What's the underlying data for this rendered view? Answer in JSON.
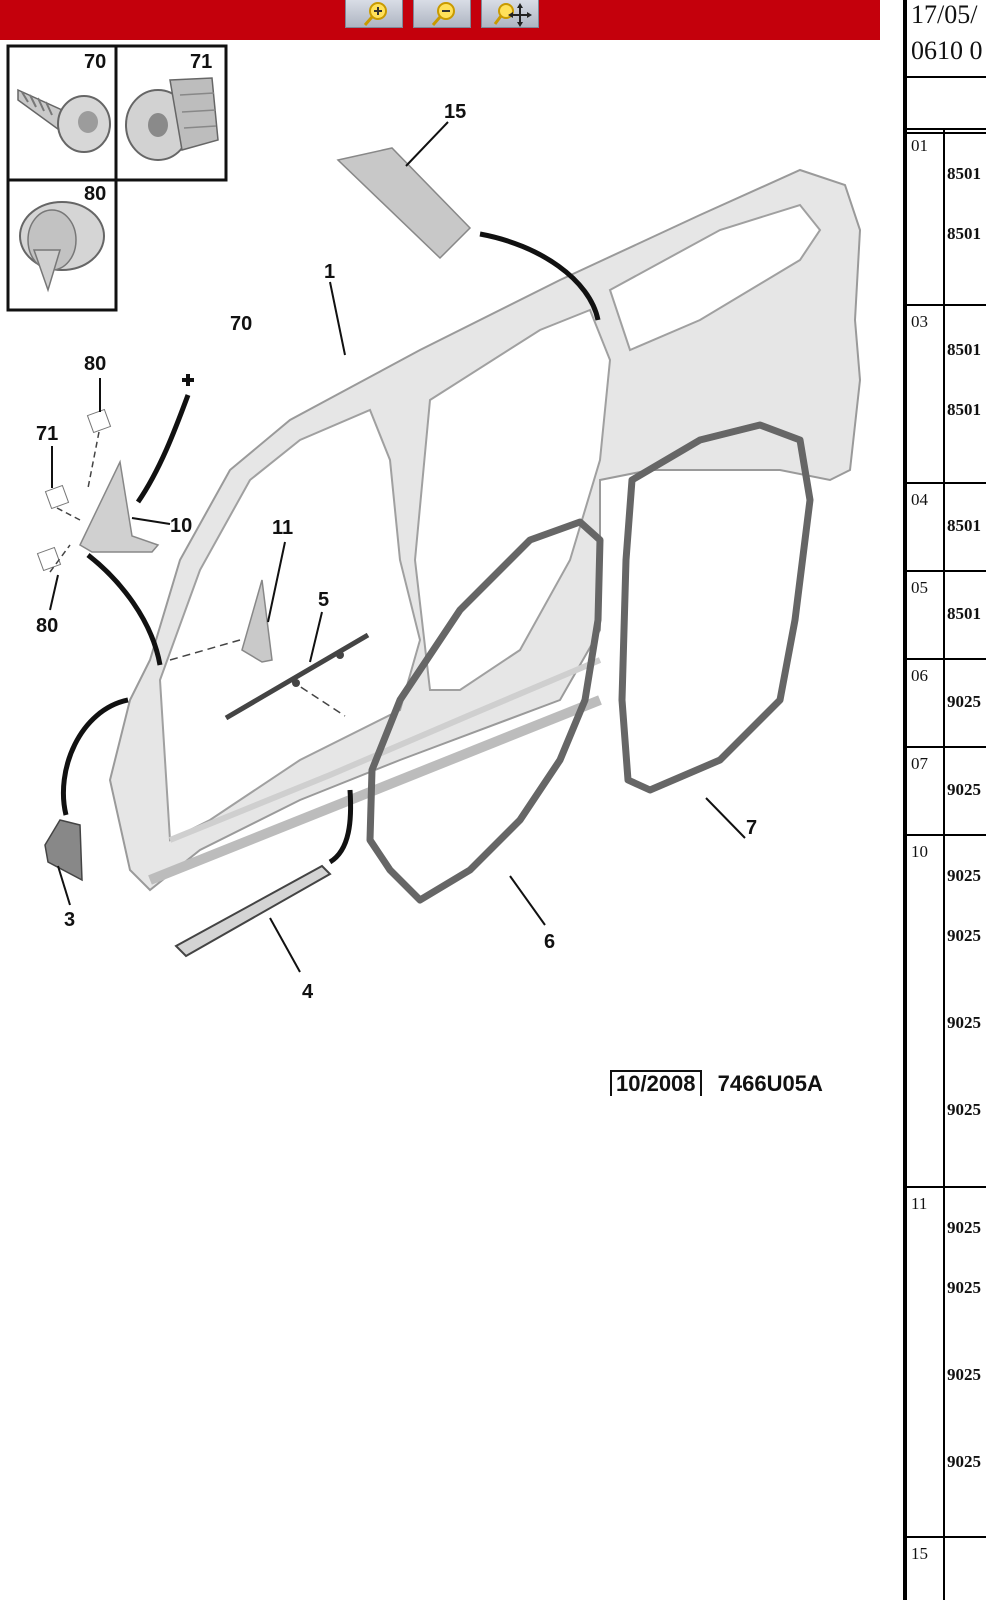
{
  "toolbar": {
    "background": "#c4000c",
    "buttons": [
      {
        "name": "zoom-in",
        "icon": "zoom-in-icon"
      },
      {
        "name": "zoom-out",
        "icon": "zoom-out-icon"
      },
      {
        "name": "pan",
        "icon": "pan-move-icon"
      }
    ]
  },
  "diagram": {
    "callouts": {
      "p1": "1",
      "p3": "3",
      "p4": "4",
      "p5": "5",
      "p6": "6",
      "p7": "7",
      "p10": "10",
      "p11": "11",
      "p15": "15",
      "p70": "70",
      "p71": "71",
      "p80a": "80",
      "p80b": "80",
      "p70b": "70",
      "p71b": "71",
      "p80c": "80"
    },
    "date_stamp": "10/2008",
    "reference": "7466U05A"
  },
  "panel": {
    "header_line1": "17/05/",
    "header_line2": "0610 0",
    "rows": [
      {
        "pos": "01",
        "codes": [
          "8501",
          "8501"
        ]
      },
      {
        "pos": "03",
        "codes": [
          "8501",
          "8501"
        ]
      },
      {
        "pos": "04",
        "codes": [
          "8501"
        ]
      },
      {
        "pos": "05",
        "codes": [
          "8501"
        ]
      },
      {
        "pos": "06",
        "codes": [
          "9025"
        ]
      },
      {
        "pos": "07",
        "codes": [
          "9025"
        ]
      },
      {
        "pos": "10",
        "codes": [
          "9025",
          "9025",
          "9025",
          "9025"
        ]
      },
      {
        "pos": "11",
        "codes": [
          "9025",
          "9025",
          "9025",
          "9025"
        ]
      },
      {
        "pos": "15",
        "codes": []
      }
    ]
  }
}
